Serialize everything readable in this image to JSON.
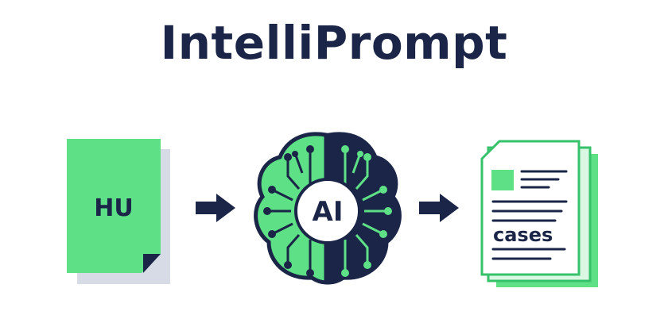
{
  "title": "IntelliPrompt",
  "input_doc": {
    "label": "HU"
  },
  "brain": {
    "label": "AI"
  },
  "output_doc": {
    "label": "cases"
  },
  "colors": {
    "navy": "#1b2547",
    "green": "#5ee087",
    "shadow": "#d7dbe6",
    "outline": "#36c26a",
    "light_green": "#d9f7e3"
  },
  "icons": [
    "document-icon",
    "arrow-right-icon",
    "brain-circuit-icon",
    "arrow-right-icon",
    "report-stack-icon"
  ]
}
